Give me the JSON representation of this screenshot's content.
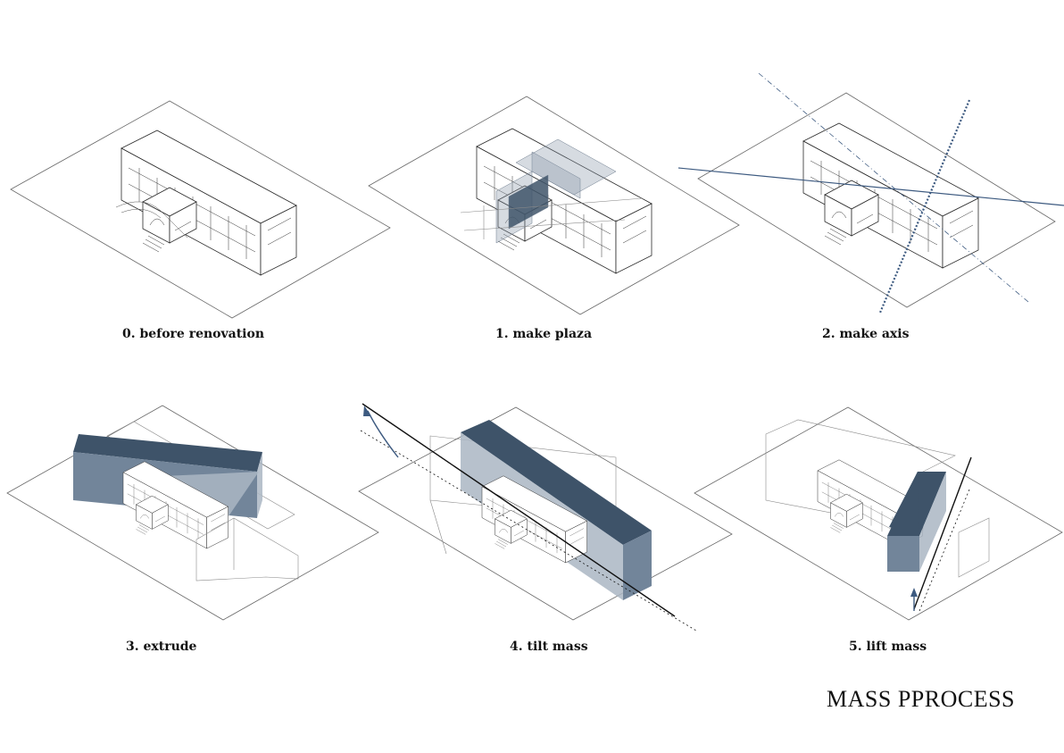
{
  "title": "MASS PPROCESS",
  "steps": [
    {
      "label": "0. before renovation"
    },
    {
      "label": "1. make plaza"
    },
    {
      "label": "2. make axis"
    },
    {
      "label": "3. extrude"
    },
    {
      "label": "4. tilt mass"
    },
    {
      "label": "5. lift mass"
    }
  ],
  "colors": {
    "mass_top": "#3e5369",
    "mass_front": "#72859a",
    "mass_side": "#aab6c3",
    "axis_line": "#3d5a80",
    "site_line": "#6a6a6a"
  }
}
